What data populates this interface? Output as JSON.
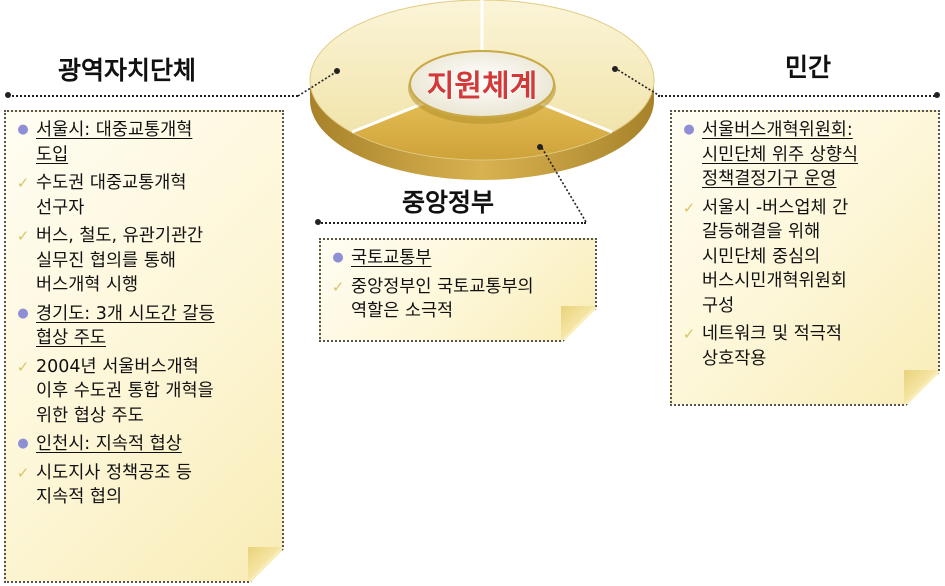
{
  "diagram": {
    "center_label": "지원체계",
    "colors": {
      "ring_light": "#f7eec2",
      "ring_mid": "#e9d488",
      "ring_dark": "#d9b24a",
      "ring_side": "#b08a2c",
      "center_bg": "#ffffff",
      "center_text": "#d23a3a",
      "bullet": "#8f8fd6",
      "check": "#d9c36a",
      "note_bg": "#fdf6d6"
    },
    "groups": {
      "regional": {
        "heading": "광역자치단체",
        "items": [
          {
            "type": "bullet",
            "text": "서울시: 대중교통개혁\n도입"
          },
          {
            "type": "check",
            "text": "수도권 대중교통개혁\n선구자"
          },
          {
            "type": "check",
            "text": "버스, 철도, 유관기관간\n실무진 협의를 통해\n버스개혁 시행"
          },
          {
            "type": "bullet",
            "text": "경기도: 3개 시도간 갈등\n협상 주도"
          },
          {
            "type": "check",
            "text": "2004년 서울버스개혁\n이후 수도권 통합 개혁을\n위한 협상 주도"
          },
          {
            "type": "bullet",
            "text": "인천시: 지속적 협상"
          },
          {
            "type": "check",
            "text": "시도지사 정책공조 등\n지속적 협의"
          }
        ]
      },
      "central": {
        "heading": "중앙정부",
        "items": [
          {
            "type": "bullet",
            "text": "국토교통부"
          },
          {
            "type": "check",
            "text": "중앙정부인 국토교통부의\n역할은 소극적"
          }
        ]
      },
      "private": {
        "heading": "민간",
        "items": [
          {
            "type": "bullet",
            "text": "서울버스개혁위원회:\n시민단체 위주 상향식\n정책결정기구 운영"
          },
          {
            "type": "check",
            "text": "서울시 -버스업체 간\n갈등해결을 위해\n시민단체 중심의\n버스시민개혁위원회\n구성"
          },
          {
            "type": "check",
            "text": "네트워크 및 적극적\n상호작용"
          }
        ]
      }
    }
  }
}
